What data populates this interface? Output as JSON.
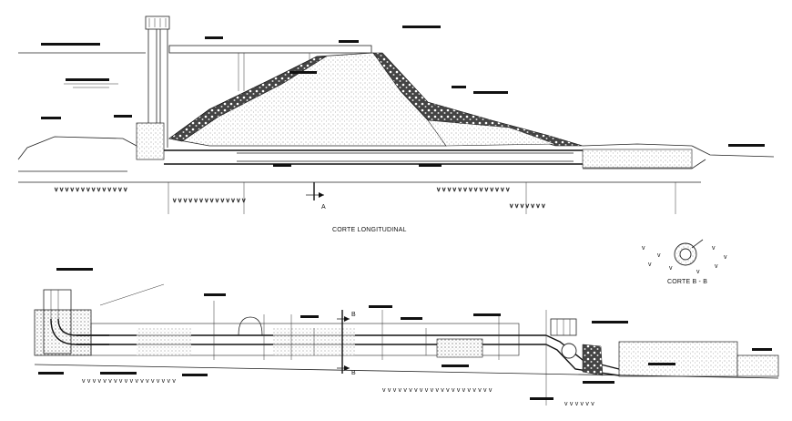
{
  "sections": {
    "longitudinal": {
      "title": "CORTE LONGITUDINAL"
    },
    "cross": {
      "title": "CORTE B - B"
    }
  },
  "markers": {
    "a": "A",
    "b_top": "B",
    "b_bottom": "B"
  },
  "colors": {
    "line": "#222222",
    "fill_dots": "#8a8a8a",
    "background": "#ffffff"
  }
}
